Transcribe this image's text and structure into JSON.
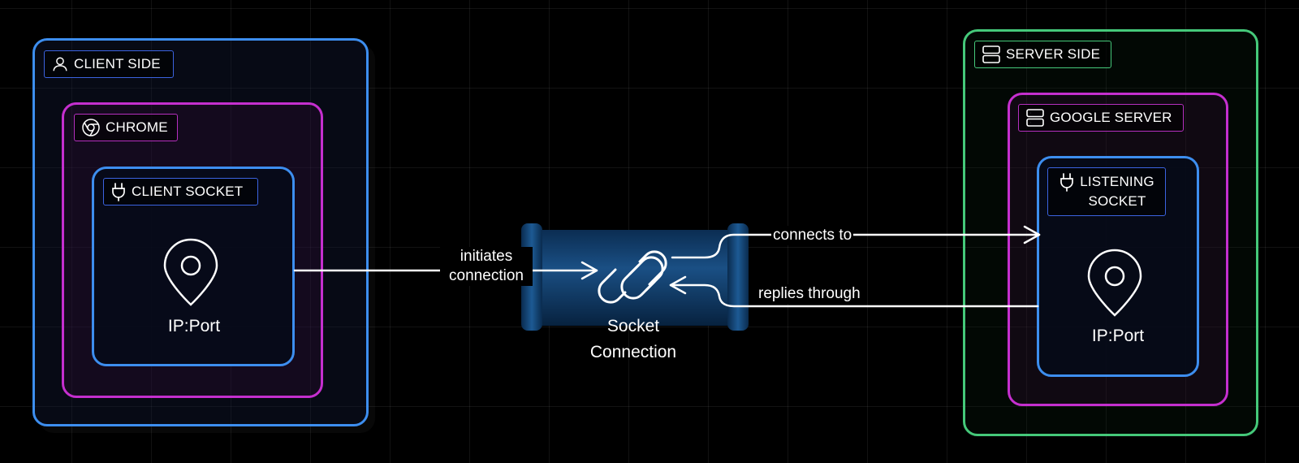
{
  "client": {
    "title": "CLIENT SIDE",
    "icon": "user-icon",
    "browser": {
      "title": "CHROME",
      "icon": "chrome-icon",
      "socket": {
        "title": "CLIENT SOCKET",
        "icon": "plug-icon",
        "address_icon": "location-pin-icon",
        "address_label": "IP:Port"
      }
    }
  },
  "server": {
    "title": "SERVER SIDE",
    "icon": "server-icon",
    "host": {
      "title": "GOOGLE SERVER",
      "icon": "server-icon",
      "socket": {
        "title_line1": "LISTENING",
        "title_line2": "SOCKET",
        "icon": "plug-icon",
        "address_icon": "location-pin-icon",
        "address_label": "IP:Port"
      }
    }
  },
  "connection": {
    "label_line1": "Socket",
    "label_line2": "Connection",
    "icon": "link-icon"
  },
  "edges": {
    "initiates_line1": "initiates",
    "initiates_line2": "connection",
    "connects_to": "connects to",
    "replies_through": "replies through"
  },
  "colors": {
    "client_border": "#3d8eef",
    "browser_border": "#c52fcf",
    "server_border": "#45c97a",
    "pipe": "#0f3a66",
    "background": "#000000"
  }
}
